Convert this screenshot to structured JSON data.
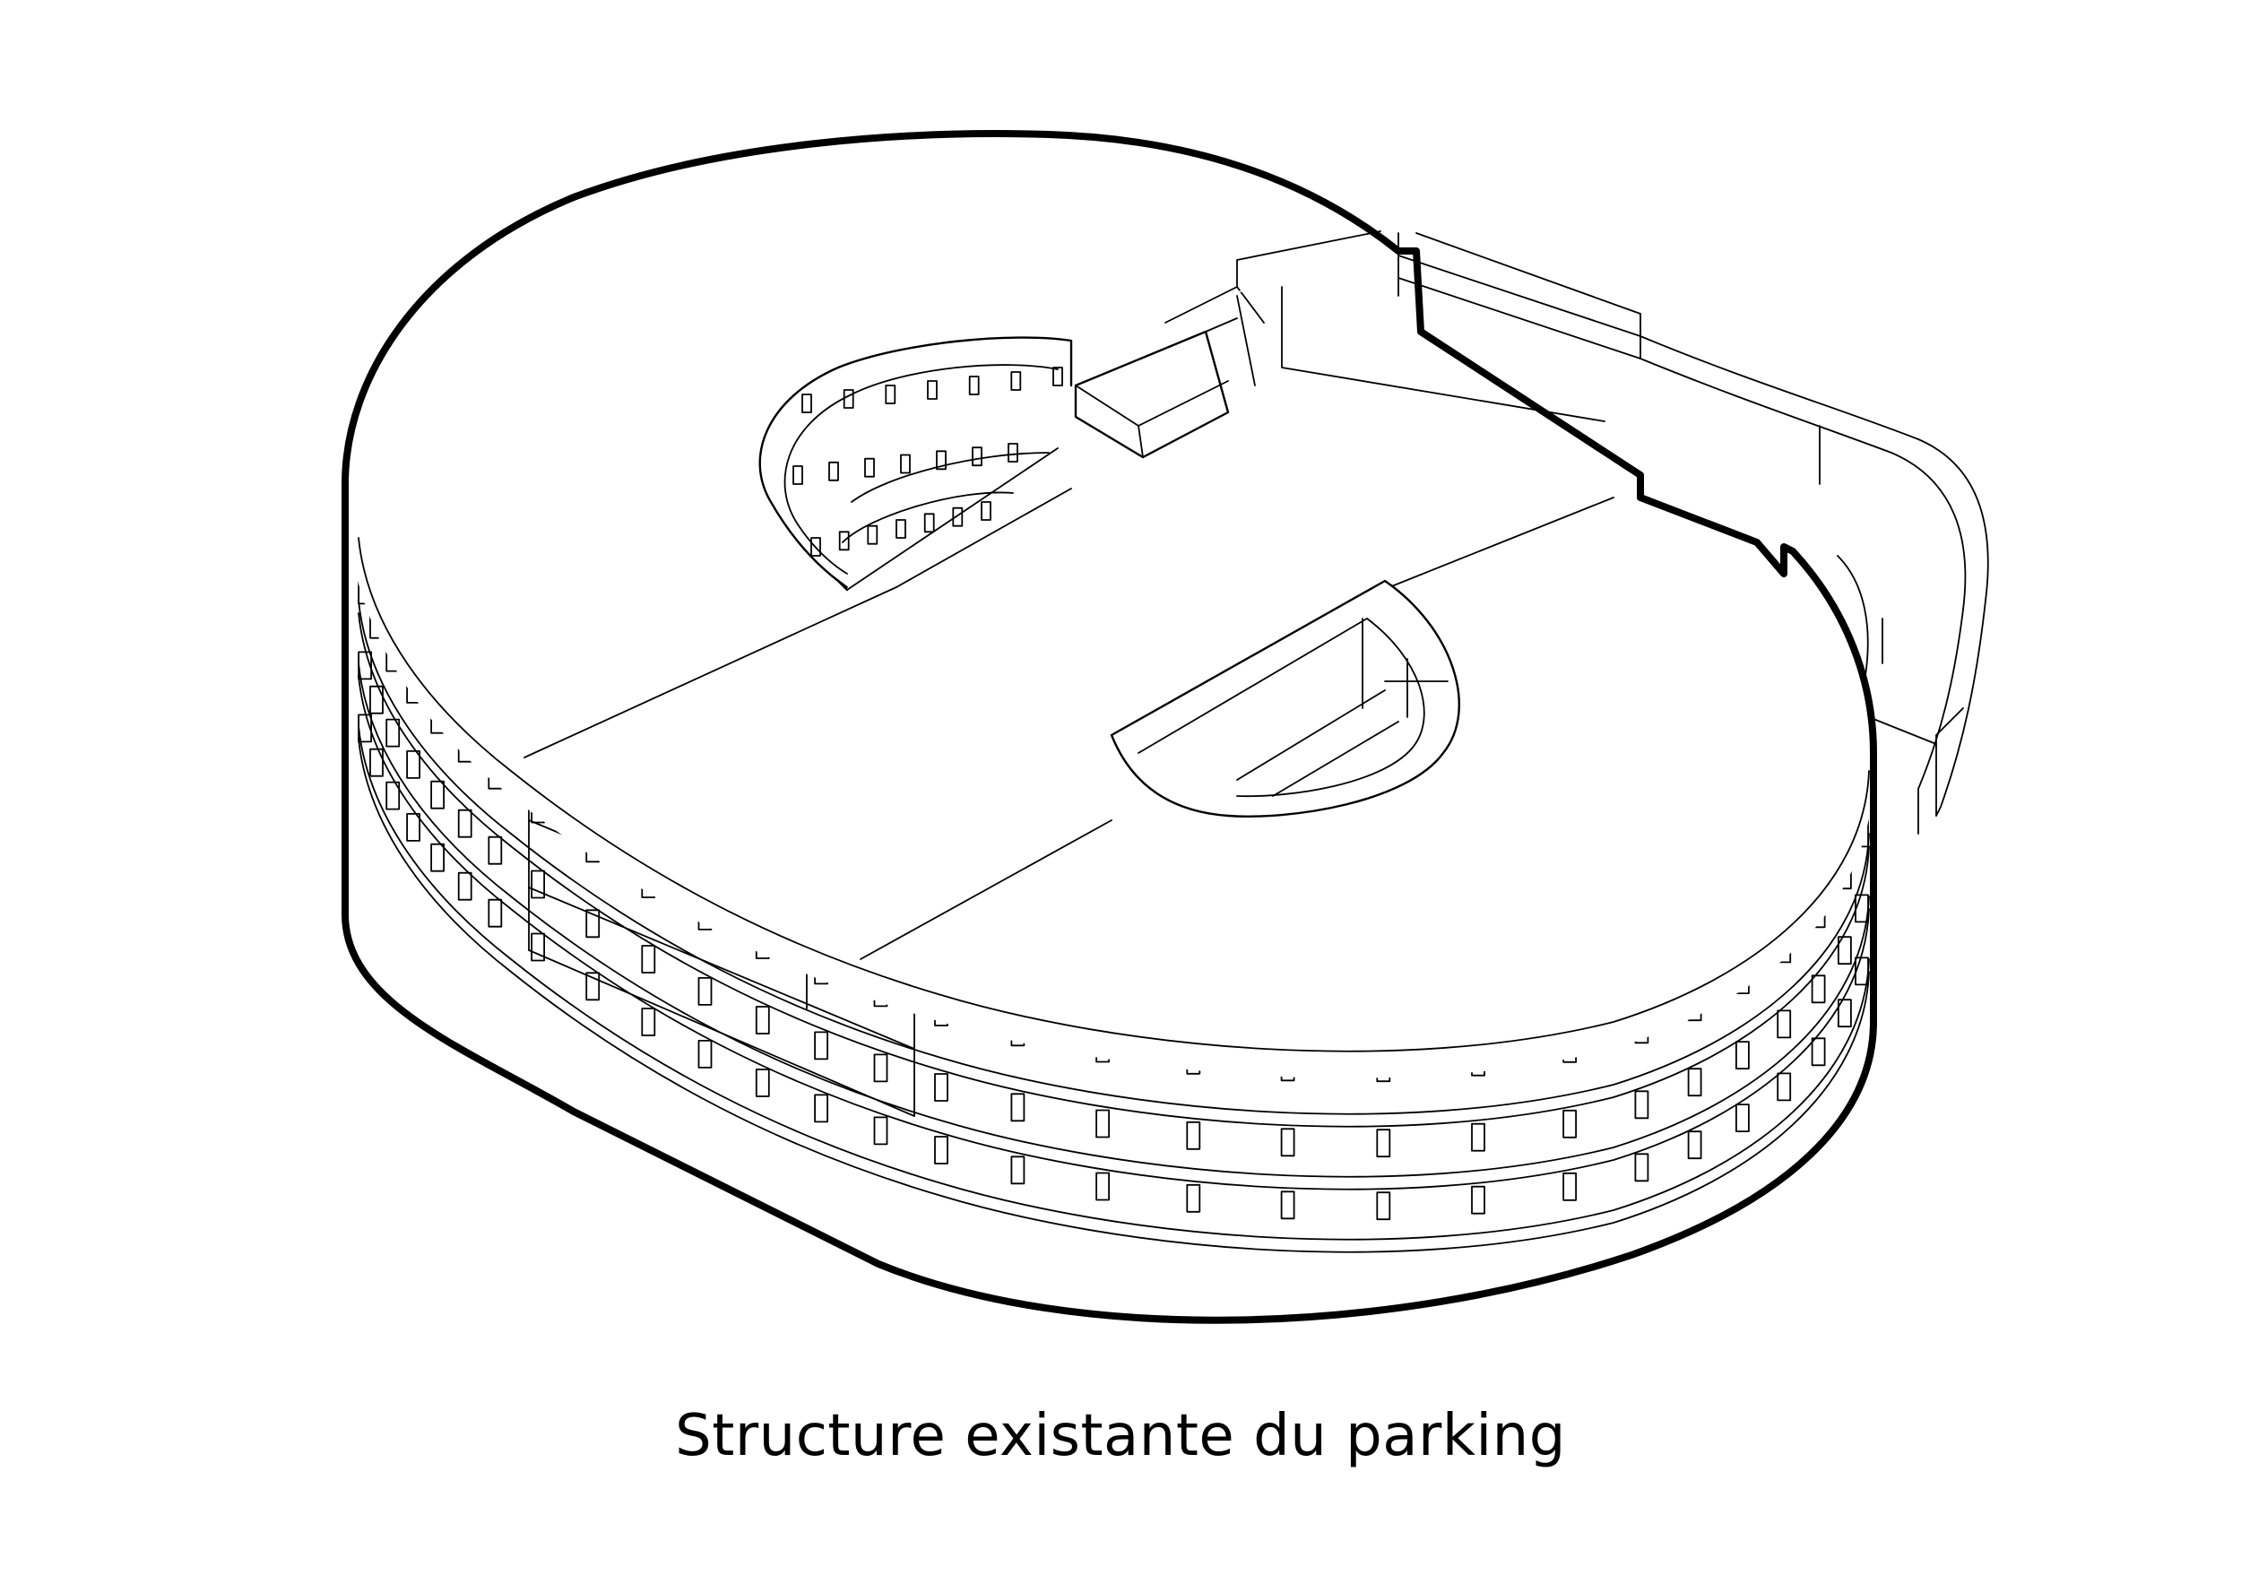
{
  "caption": "Structure existante du parking",
  "colors": {
    "line": "#000000",
    "background": "#ffffff"
  },
  "view": "axonometric line drawing",
  "parking_levels": 4
}
